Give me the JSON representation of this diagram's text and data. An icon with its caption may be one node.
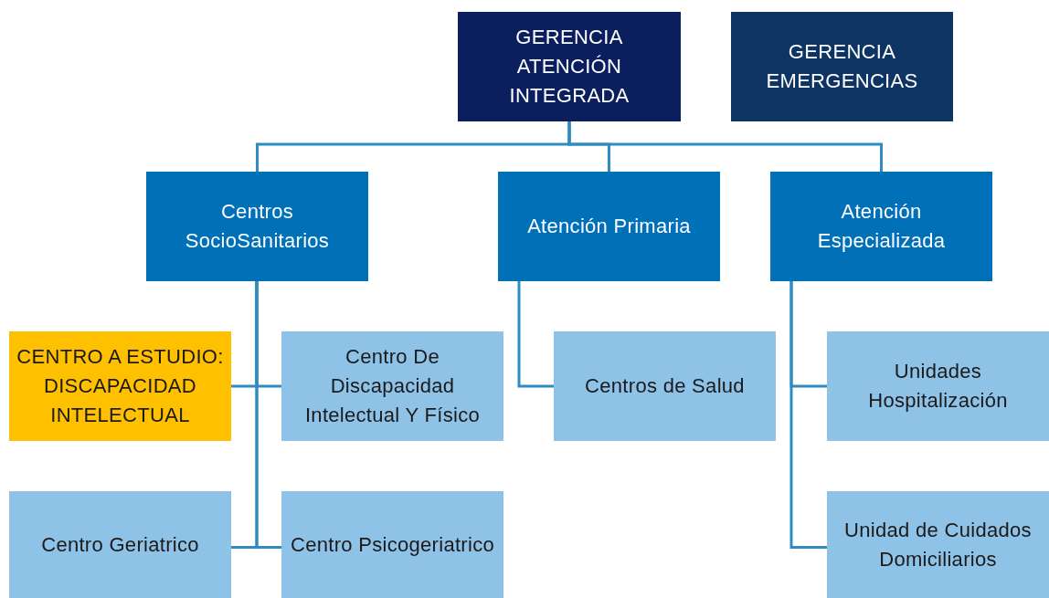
{
  "diagram": {
    "nodes": [
      {
        "text": [
          "GERENCIA ATENCIÓN INTEGRADA"
        ]
      },
      {
        "text": [
          "GERENCIA EMERGENCIAS"
        ]
      },
      {
        "text": [
          "Centros SocioSanitarios"
        ]
      },
      {
        "text": [
          "Atención Primaria"
        ]
      },
      {
        "text": [
          "Atención Especializada"
        ]
      },
      {
        "text": [
          "CENTRO A ESTUDIO: DISCAPACIDAD INTELECTUAL"
        ]
      },
      {
        "text": [
          "Centro De Discapacidad Intelectual Y Físico"
        ]
      },
      {
        "text": [
          "Centros de Salud"
        ]
      },
      {
        "text": [
          "Unidades Hospitalización"
        ]
      },
      {
        "text": [
          "Centro Geriatrico"
        ]
      },
      {
        "text": [
          "Centro Psicogeriatrico"
        ]
      },
      {
        "text": [
          "Unidad de Cuidados Domiciliarios"
        ]
      }
    ],
    "edges": [
      {
        "from": 0,
        "to": 2,
        "arrow": "none"
      },
      {
        "from": 0,
        "to": 3,
        "arrow": "none"
      },
      {
        "from": 0,
        "to": 4,
        "arrow": "none"
      },
      {
        "from": 2,
        "to": 5,
        "arrow": "none"
      },
      {
        "from": 2,
        "to": 6,
        "arrow": "none"
      },
      {
        "from": 2,
        "to": 9,
        "arrow": "none"
      },
      {
        "from": 2,
        "to": 10,
        "arrow": "none"
      },
      {
        "from": 3,
        "to": 7,
        "arrow": "none"
      },
      {
        "from": 4,
        "to": 8,
        "arrow": "none"
      },
      {
        "from": 4,
        "to": 11,
        "arrow": "none"
      }
    ]
  }
}
